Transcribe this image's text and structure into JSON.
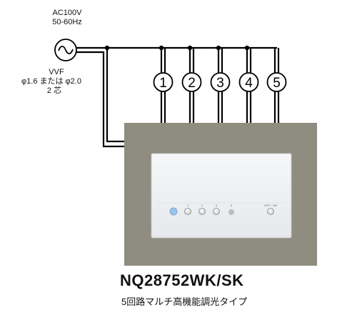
{
  "power": {
    "voltage": "AC100V",
    "frequency": "50-60Hz"
  },
  "cable": {
    "type": "VVF",
    "gauge": "φ1.6 または φ2.0",
    "cores": "2 芯"
  },
  "circuits": [
    "1",
    "2",
    "3",
    "4",
    "5"
  ],
  "product": {
    "model": "NQ28752WK/SK",
    "description": "5回路マルチ高機能調光タイプ"
  },
  "panel": {
    "button_labels": [
      "1",
      "2",
      "3",
      "4"
    ],
    "off_label": "OFF・ON"
  },
  "colors": {
    "backplate": "#8f8c80",
    "switch_plate": "#eef0f3",
    "line": "#000000",
    "indicator_blue": "#9dc3ea"
  }
}
